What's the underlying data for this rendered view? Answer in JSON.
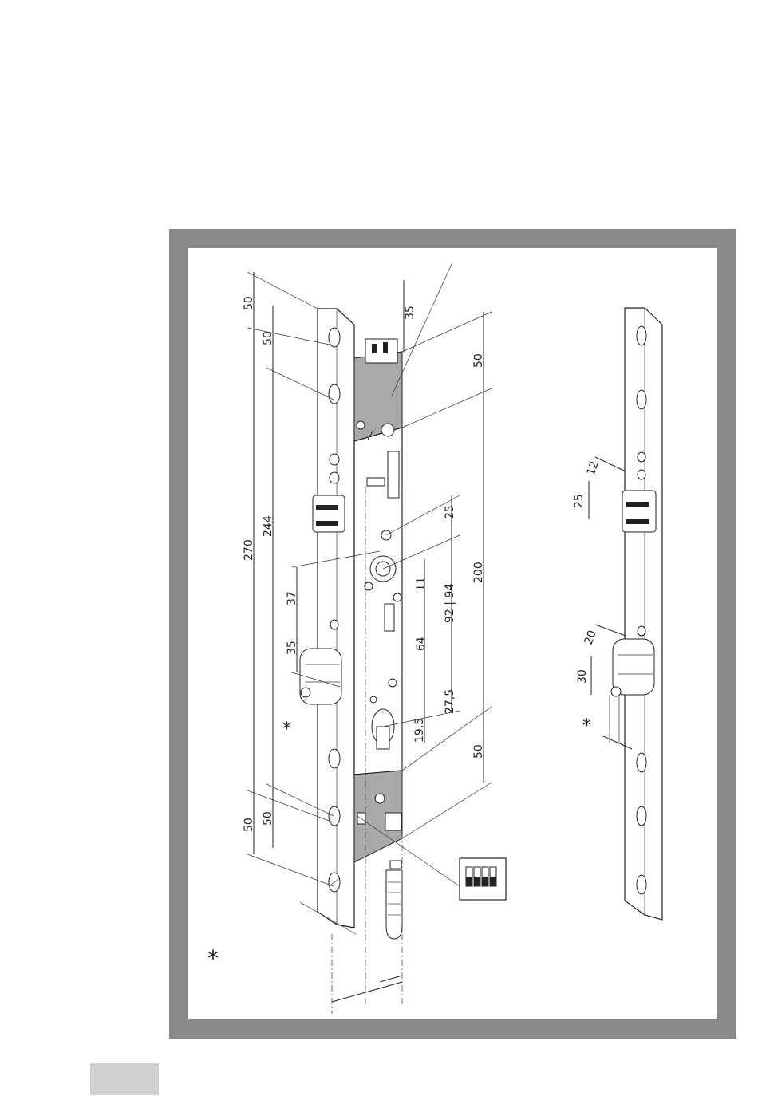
{
  "drawing": {
    "dimensions": {
      "top_offset": "50",
      "top_pitch": "50",
      "overall": "270",
      "inner": "244",
      "bolt_spacing": "37",
      "latch_spacing": "35",
      "bottom_pitch_outer": "50",
      "bottom_pitch_inner": "50",
      "case_top_depth": "35",
      "case_top": "50",
      "case_length": "200",
      "case_bottom": "50",
      "follower_25": "25",
      "follower_11": "11",
      "backset": "92 | 94",
      "follower_64": "64",
      "cyl_275": "27,5",
      "cyl_195": "19,5",
      "strike_width": "12",
      "strike_height": "25",
      "strike2_width": "20",
      "strike2_height": "30"
    },
    "asterisk": "*",
    "colors": {
      "frame": "#8a8a8a",
      "case_gray": "#a9a9a9",
      "page_tab": "#cfcfcf"
    }
  }
}
